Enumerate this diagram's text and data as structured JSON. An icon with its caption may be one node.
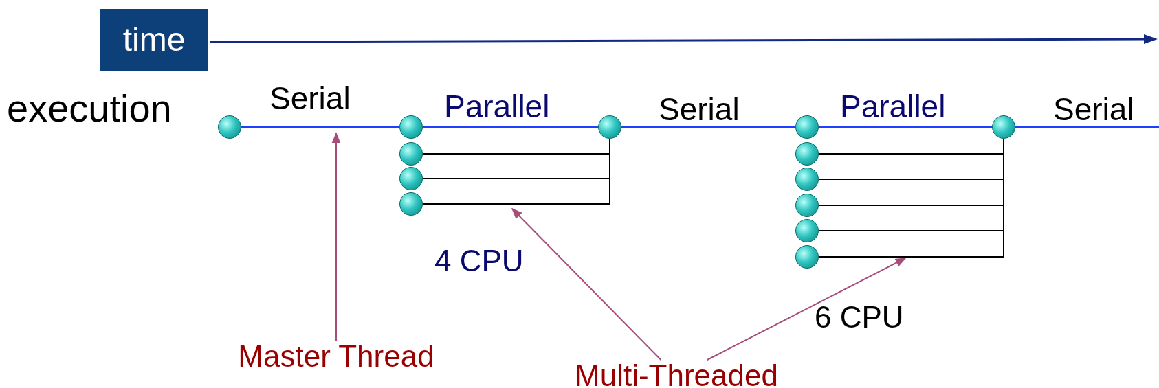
{
  "diagram": {
    "nodes": [
      {
        "text": [
          "time"
        ]
      },
      {
        "text": [],
        "shape": "circle"
      },
      {
        "text": [],
        "shape": "circle"
      },
      {
        "text": [],
        "shape": "circle"
      },
      {
        "text": [],
        "shape": "circle"
      },
      {
        "text": [],
        "shape": "circle"
      },
      {
        "text": [],
        "shape": "circle"
      },
      {
        "text": [],
        "shape": "circle"
      },
      {
        "text": [],
        "shape": "circle"
      },
      {
        "text": [],
        "shape": "circle"
      },
      {
        "text": [],
        "shape": "circle"
      },
      {
        "text": [],
        "shape": "circle"
      },
      {
        "text": [],
        "shape": "circle"
      },
      {
        "text": [],
        "shape": "circle"
      },
      {
        "text": [
          "Master Thread"
        ]
      },
      {
        "text": [
          "Multi-Threaded"
        ]
      }
    ],
    "edges": [
      {
        "from": 1,
        "to": 2,
        "arrow": "none",
        "color": "#1f3fff"
      },
      {
        "from": 2,
        "to": 6,
        "arrow": "none",
        "color": "#1f3fff"
      },
      {
        "from": 3,
        "to": 6,
        "arrow": "none"
      },
      {
        "from": 4,
        "to": 6,
        "arrow": "none"
      },
      {
        "from": 5,
        "to": 6,
        "arrow": "none"
      },
      {
        "from": 6,
        "to": 7,
        "arrow": "none",
        "color": "#1f3fff"
      },
      {
        "from": 7,
        "to": 13,
        "arrow": "none",
        "color": "#1f3fff"
      },
      {
        "from": 8,
        "to": 13,
        "arrow": "none"
      },
      {
        "from": 9,
        "to": 13,
        "arrow": "none"
      },
      {
        "from": 10,
        "to": 13,
        "arrow": "none"
      },
      {
        "from": 11,
        "to": 13,
        "arrow": "none"
      },
      {
        "from": 12,
        "to": 13,
        "arrow": "none"
      },
      {
        "from": 13,
        "to": null,
        "arrow": "none",
        "color": "#1f3fff"
      },
      {
        "from": 14,
        "to": null,
        "arrow": "to",
        "color": "#a64d79"
      },
      {
        "from": 15,
        "to": null,
        "arrow": "to",
        "color": "#a64d79"
      },
      {
        "from": 15,
        "to": null,
        "arrow": "to",
        "color": "#a64d79"
      }
    ],
    "labels": [
      "execution",
      "Serial",
      "Parallel",
      "Serial",
      "Parallel",
      "Serial",
      "4 CPU",
      "6 CPU"
    ]
  }
}
